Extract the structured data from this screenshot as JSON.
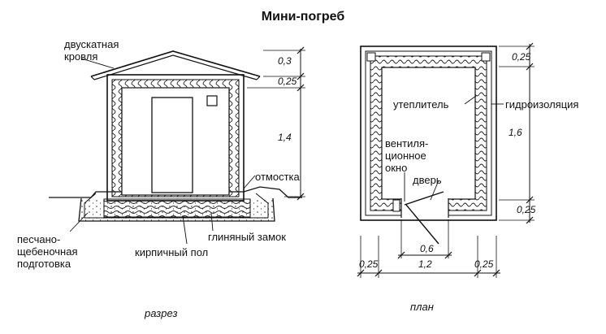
{
  "title": "Мини-погреб",
  "section": {
    "caption": "разрез",
    "labels": {
      "roof": "двускатная\nкровля",
      "blind_area": "отмостка",
      "base": "песчано-\nщебеночная\nподготовка",
      "clay_lock": "глиняный замок",
      "brick_floor": "кирпичный пол"
    },
    "dims": {
      "roof_h": "0,3",
      "slab": "0,25",
      "height": "1,4"
    }
  },
  "plan": {
    "caption": "план",
    "labels": {
      "insulation": "утеплитель",
      "waterproofing": "гидроизоляция",
      "vent": "вентиля-\nционное\nокно",
      "door": "дверь"
    },
    "dims": {
      "top": "0,25",
      "length": "1,6",
      "bottom": "0,25",
      "door_w": "0,6",
      "left": "0,25",
      "width": "1,2",
      "right": "0,25"
    }
  }
}
